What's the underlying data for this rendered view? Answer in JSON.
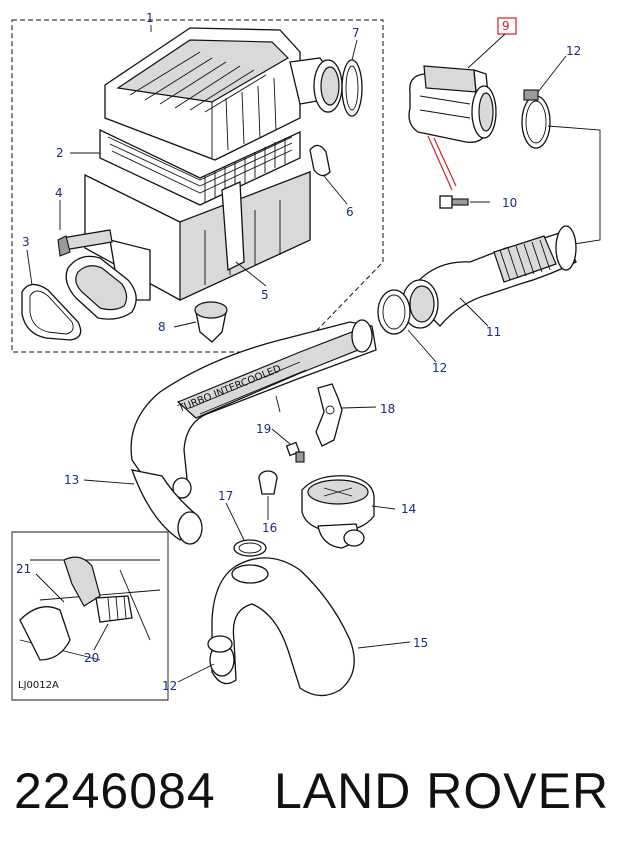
{
  "diagram": {
    "callouts": [
      "1",
      "2",
      "3",
      "4",
      "5",
      "6",
      "7",
      "8",
      "9",
      "10",
      "11",
      "12",
      "12",
      "12",
      "13",
      "14",
      "15",
      "16",
      "17",
      "18",
      "19",
      "20",
      "21"
    ],
    "highlighted_callout": "9",
    "reference_code": "LJ0012A",
    "highlight_color": "#d21f1f",
    "callout_color": "#1a2a8a"
  },
  "footer": {
    "part_number": "2246084",
    "brand": "LAND ROVER"
  }
}
